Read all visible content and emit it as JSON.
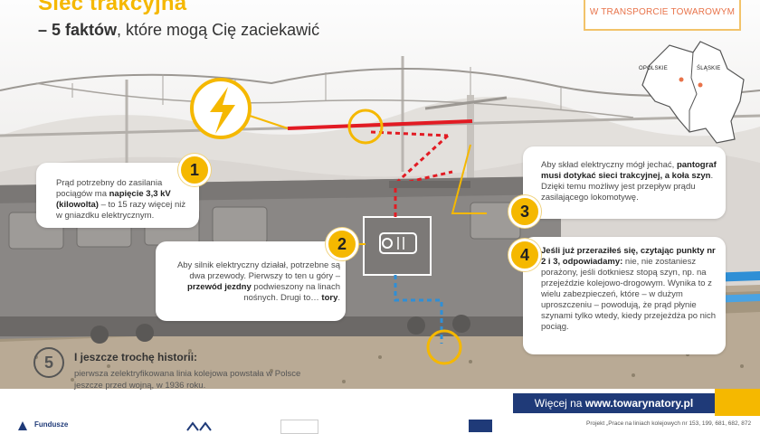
{
  "header": {
    "title": "Sieć trakcyjna",
    "subtitle_bold": "– 5 faktów",
    "subtitle_rest": ", które mogą Cię zaciekawić"
  },
  "brand": {
    "tagline": "W TRANSPORCIE TOWAROWYM"
  },
  "map": {
    "label_left": "OPOLSKIE",
    "label_right": "ŚLĄSKIE"
  },
  "facts": [
    {
      "number": "1",
      "parts": [
        {
          "t": "Prąd potrzebny do zasilania pociągów ma ",
          "b": false
        },
        {
          "t": "napięcie 3,3 kV (kilowolta)",
          "b": true
        },
        {
          "t": " – to 15 razy więcej niż w gniazdku elektrycznym.",
          "b": false
        }
      ]
    },
    {
      "number": "2",
      "parts": [
        {
          "t": "Aby silnik elektryczny działał, potrzebne są dwa przewody. Pierwszy to ten u góry – ",
          "b": false
        },
        {
          "t": "przewód jezdny",
          "b": true
        },
        {
          "t": " podwieszony na linach nośnych. Drugi to… ",
          "b": false
        },
        {
          "t": "tory",
          "b": true
        },
        {
          "t": ".",
          "b": false
        }
      ]
    },
    {
      "number": "3",
      "parts": [
        {
          "t": "Aby skład elektryczny mógł jechać, ",
          "b": false
        },
        {
          "t": "pantograf musi dotykać sieci trakcyjnej, a koła szyn",
          "b": true
        },
        {
          "t": ". Dzięki temu możliwy jest przepływ prądu zasilającego lokomotywę.",
          "b": false
        }
      ]
    },
    {
      "number": "4",
      "parts": [
        {
          "t": "Jeśli już przeraziłeś się, czytając punkty nr 2 i 3, odpowiadamy:",
          "b": true
        },
        {
          "t": " nie, nie zostaniesz porażony, jeśli dotkniesz stopą szyn, np. na przejeździe kolejowo-drogowym. Wynika to z wielu zabezpieczeń, które – w dużym uproszczeniu – powodują, że prąd płynie szynami tylko wtedy, kiedy przejeżdża po nich pociąg.",
          "b": false
        }
      ]
    }
  ],
  "history": {
    "number": "5",
    "title": "I jeszcze trochę historii:",
    "text": "pierwsza zelektryfikowana linia kolejowa powstała w Polsce jeszcze przed wojną, w 1936 roku."
  },
  "more": {
    "prefix": "Więcej na ",
    "url": "www.towarynatory.pl"
  },
  "footer": {
    "logo_funds": "Fundusze",
    "project": "Projekt „Prace na liniach kolejowych nr 153, 199, 681, 682, 872"
  },
  "colors": {
    "accent": "#f5b800",
    "wire_red": "#e21b23",
    "navy": "#1f3a78",
    "rail_blue": "#2f8fd6"
  }
}
